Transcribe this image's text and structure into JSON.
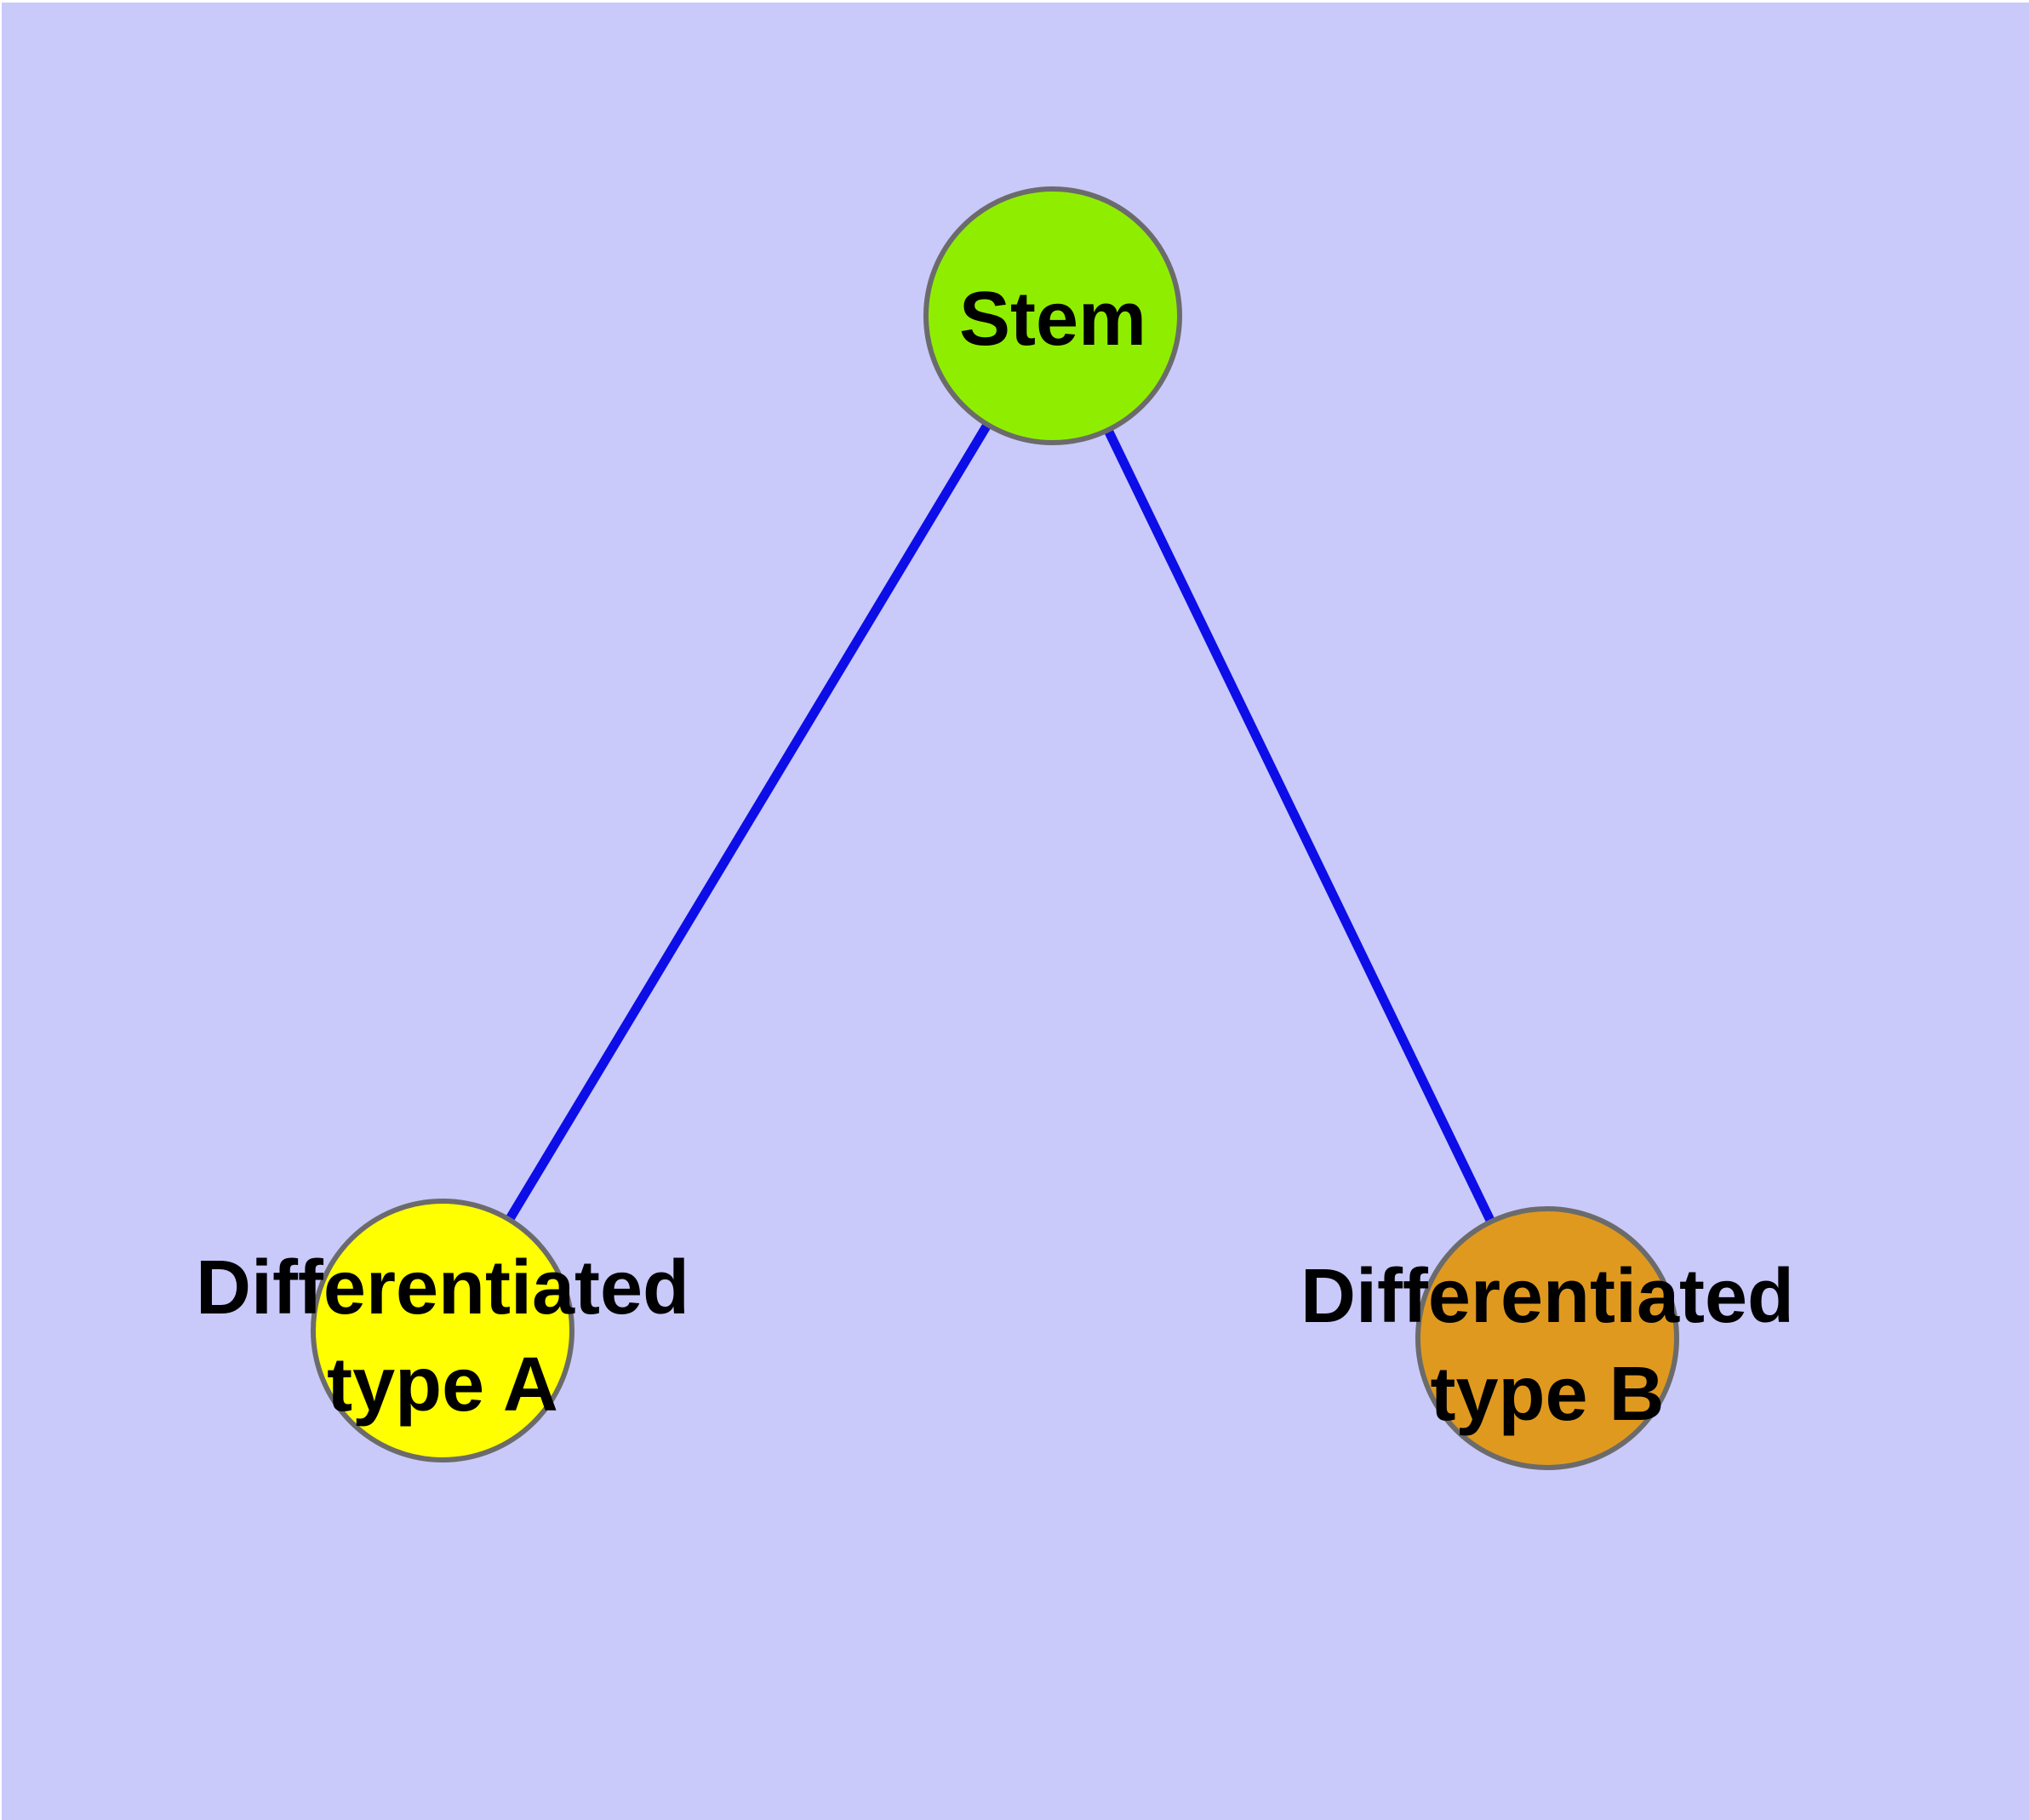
{
  "background_color": "#C9C9FA",
  "diagram": {
    "type": "node-link-graph",
    "edge_color": "#0D0DE8",
    "node_border_color": "#6B6B6B",
    "label_color": "#000000",
    "nodes": [
      {
        "id": "stem",
        "label": "Stem",
        "lines": [
          "Stem",
          ""
        ],
        "color": "#8FEE00"
      },
      {
        "id": "type-a",
        "label": "Differentiated type A",
        "lines": [
          "Differentiated",
          "type A"
        ],
        "color": "#FFFF00"
      },
      {
        "id": "type-b",
        "label": "Differentiated type B",
        "lines": [
          "Differentiated",
          "type B"
        ],
        "color": "#E0991F"
      }
    ],
    "edges": [
      {
        "from": "Stem",
        "to": "Differentiated type A"
      },
      {
        "from": "Stem",
        "to": "Differentiated type B"
      }
    ]
  }
}
